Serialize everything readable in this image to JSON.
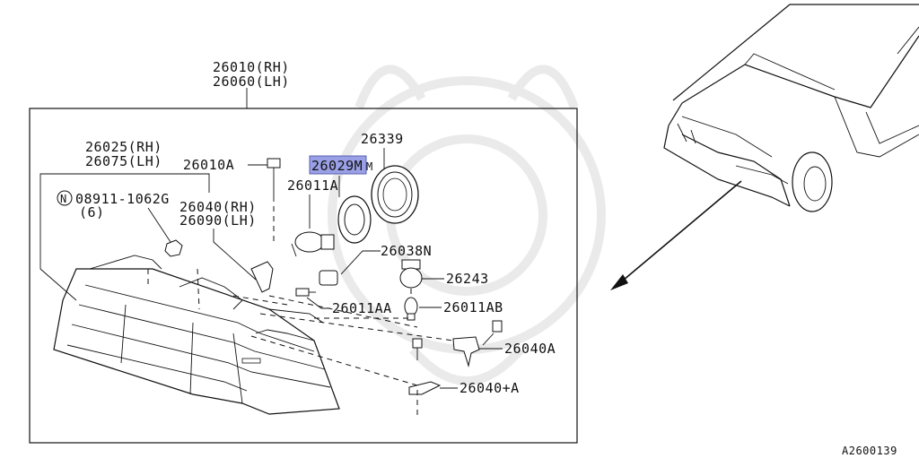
{
  "diagram": {
    "headlamp_assembly": [
      "26010(RH)",
      "26060(LH)"
    ],
    "housing": [
      "26025(RH)",
      "26075(LH)"
    ],
    "bracket": [
      "26040(RH)",
      "26090(LH)"
    ],
    "nut_part": "08911-1062G",
    "nut_circle": "N",
    "nut_qty": "(6)",
    "screw": "26010A",
    "seal": "26029M",
    "bulb": "26011A",
    "cap": "26339",
    "socket": "26038N",
    "aux_socket": "26243",
    "bulb_aa": "26011AA",
    "bulb_ab": "26011AB",
    "bracket_a": "26040A",
    "bracket_plus_a": "26040+A",
    "figure_code": "A2600139"
  }
}
